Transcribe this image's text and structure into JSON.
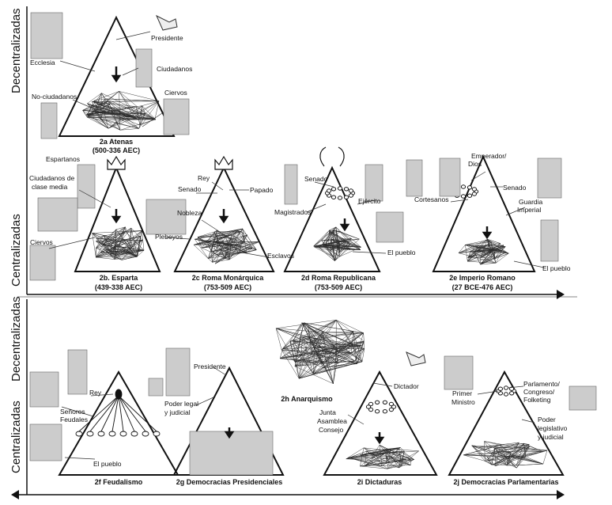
{
  "axis": {
    "top_decentral": "Decentralizadas",
    "top_central": "Centralizadas",
    "bottom_decentral": "Decentralizadas",
    "bottom_central": "Centralizadas"
  },
  "panels": {
    "a": {
      "title": "2a Atenas",
      "dates": "(500-336 AEC)",
      "labels": [
        "Presidente",
        "Ecclesia",
        "Ciudadanos",
        "No-ciudadanos",
        "Ciervos"
      ]
    },
    "b": {
      "title": "2b. Esparta",
      "dates": "(439-338 AEC)",
      "labels": [
        "Espartanos",
        "Ciudadanos de",
        "clase media",
        "Ciervos"
      ]
    },
    "c": {
      "title": "2c Roma Monárquica",
      "dates": "(753-509 AEC)",
      "labels": [
        "Rey",
        "Senado",
        "Papado",
        "Nobleza",
        "Plebeyos",
        "Esclavos"
      ]
    },
    "d": {
      "title": "2d Roma Republicana",
      "dates": "(753-509 AEC)",
      "labels": [
        "Senado",
        "Magistrados",
        "Ejército",
        "El pueblo"
      ]
    },
    "e": {
      "title": "2e Imperio Romano",
      "dates": "(27 BCE-476 AEC)",
      "labels": [
        "Emperador/",
        "Dios",
        "Senado",
        "Cortesanos",
        "Guardia",
        "Imperial",
        "El pueblo"
      ]
    },
    "f": {
      "title": "2f Feudalismo",
      "labels": [
        "Rey",
        "Señores",
        "Feudales",
        "El pueblo"
      ]
    },
    "g": {
      "title": "2g Democracias Presidenciales",
      "labels": [
        "Presidente",
        "Poder legal",
        "y judicial"
      ]
    },
    "h": {
      "title": "2h Anarquismo"
    },
    "i": {
      "title": "2i Dictaduras",
      "labels": [
        "Dictador",
        "Junta",
        "Asamblea",
        "Consejo"
      ]
    },
    "j": {
      "title": "2j Democracias Parlamentarias",
      "labels": [
        "Primer",
        "Ministro",
        "Parlamento/",
        "Congreso/",
        "Folketing",
        "Poder",
        "legislativo",
        "y judicial"
      ]
    }
  },
  "colors": {
    "ink": "#111111",
    "mesh": "#333333",
    "gray": "#777777"
  }
}
